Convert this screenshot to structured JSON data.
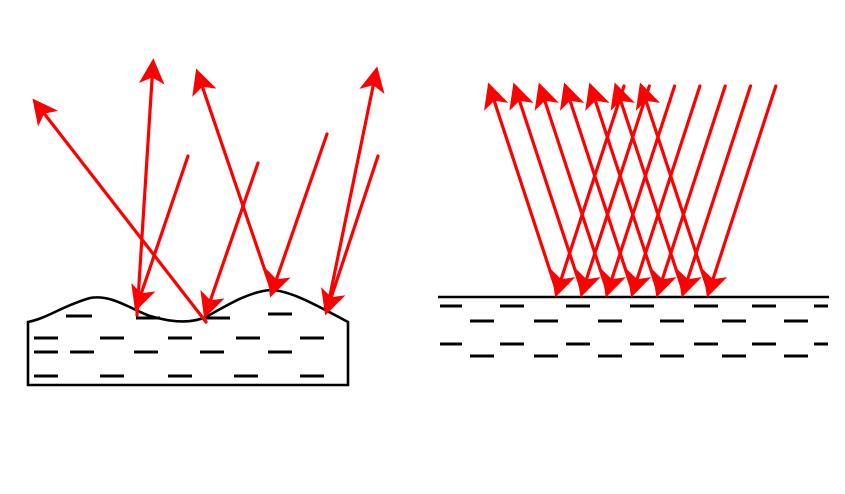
{
  "diagram": {
    "panels": [
      {
        "id": "diffuse",
        "surface": "rough",
        "incident_rays": 4,
        "reflected_rays": 4
      },
      {
        "id": "specular",
        "surface": "smooth",
        "incident_rays": 7,
        "reflected_rays": 7
      }
    ],
    "colors": {
      "ray": "#ff0000",
      "surface": "#000000",
      "background": "#ffffff"
    }
  }
}
